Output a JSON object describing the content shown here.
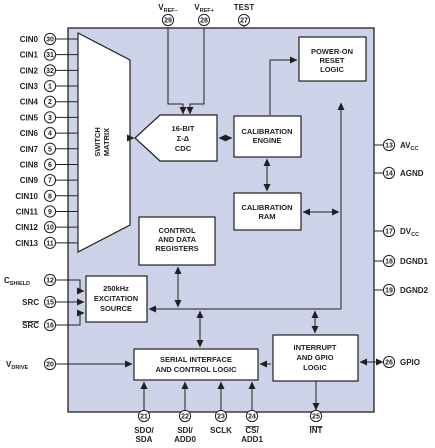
{
  "blocks": {
    "power_on_reset": [
      "POWER-ON",
      "RESET",
      "LOGIC"
    ],
    "switch_matrix": [
      "SWITCH",
      "MATRIX"
    ],
    "cdc": [
      "16-BIT",
      "Σ-Δ",
      "CDC"
    ],
    "calibration_engine": [
      "CALIBRATION",
      "ENGINE"
    ],
    "calibration_ram": [
      "CALIBRATION",
      "RAM"
    ],
    "control_registers": [
      "CONTROL",
      "AND DATA",
      "REGISTERS"
    ],
    "excitation": [
      "250kHz",
      "EXCITATION",
      "SOURCE"
    ],
    "serial_interface": [
      "SERIAL INTERFACE",
      "AND CONTROL LOGIC"
    ],
    "interrupt_gpio": [
      "INTERRUPT",
      "AND GPIO",
      "LOGIC"
    ]
  },
  "left_pins": [
    {
      "label": "CIN0",
      "num": "30"
    },
    {
      "label": "CIN1",
      "num": "31"
    },
    {
      "label": "CIN2",
      "num": "32"
    },
    {
      "label": "CIN3",
      "num": "1"
    },
    {
      "label": "CIN4",
      "num": "2"
    },
    {
      "label": "CIN5",
      "num": "3"
    },
    {
      "label": "CIN6",
      "num": "4"
    },
    {
      "label": "CIN7",
      "num": "5"
    },
    {
      "label": "CIN8",
      "num": "6"
    },
    {
      "label": "CIN9",
      "num": "7"
    },
    {
      "label": "CIN10",
      "num": "8"
    },
    {
      "label": "CIN11",
      "num": "9"
    },
    {
      "label": "CIN12",
      "num": "10"
    },
    {
      "label": "CIN13",
      "num": "11"
    }
  ],
  "cshield": {
    "main": "C",
    "sub": "SHIELD",
    "num": "12"
  },
  "src": {
    "label": "SRC",
    "num": "15"
  },
  "src_bar": {
    "label": "SRC",
    "num": "16"
  },
  "vdrive": {
    "main": "V",
    "sub": "DRIVE",
    "num": "20"
  },
  "top_pins": [
    {
      "main": "V",
      "sub": "REF–",
      "num": "29"
    },
    {
      "main": "V",
      "sub": "REF+",
      "num": "28"
    },
    {
      "main": "TEST",
      "sub": "",
      "num": "27"
    }
  ],
  "right_pins": [
    {
      "main": "AV",
      "sub": "CC",
      "num": "13"
    },
    {
      "main": "AGND",
      "sub": "",
      "num": "14"
    },
    {
      "main": "DV",
      "sub": "CC",
      "num": "17"
    },
    {
      "main": "DGND1",
      "sub": "",
      "num": "18"
    },
    {
      "main": "DGND2",
      "sub": "",
      "num": "19"
    },
    {
      "main": "GPIO",
      "sub": "",
      "num": "26"
    }
  ],
  "bottom_pins": [
    {
      "lines": [
        "SDO/",
        "SDA"
      ],
      "num": "21",
      "overline": false
    },
    {
      "lines": [
        "SDI/",
        "ADD0"
      ],
      "num": "22",
      "overline": false
    },
    {
      "lines": [
        "SCLK"
      ],
      "num": "23",
      "overline": false
    },
    {
      "lines": [
        "CS/",
        "ADD1"
      ],
      "num": "24",
      "overline": true
    },
    {
      "lines": [
        "INT"
      ],
      "num": "25",
      "overline": true
    }
  ],
  "colors": {
    "chip_fill": "#ccd3e8",
    "line": "#231f20",
    "block_fill": "#ffffff"
  }
}
